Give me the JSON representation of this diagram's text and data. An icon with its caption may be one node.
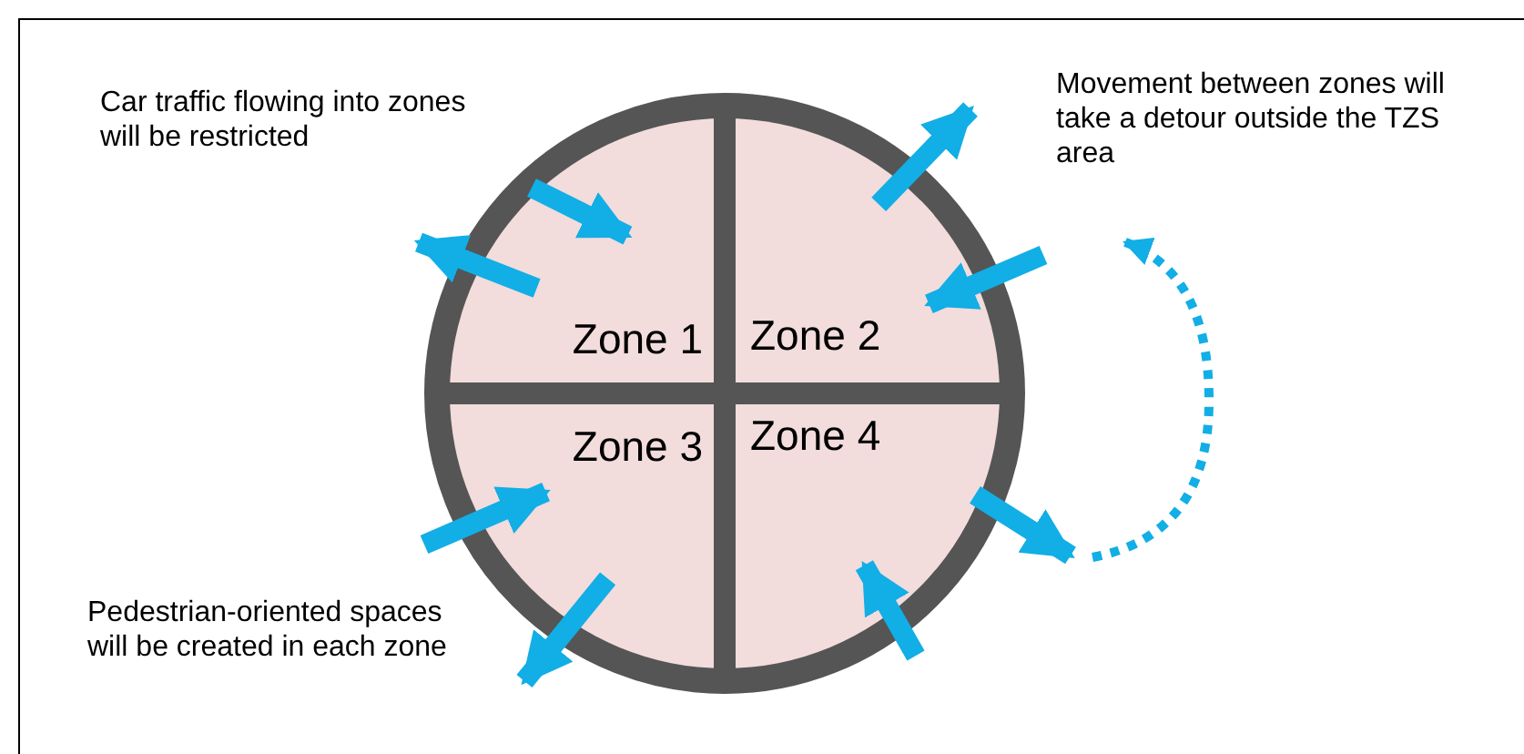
{
  "diagram": {
    "nodes": [
      {
        "text": [],
        "shape": "circle"
      },
      {
        "text": [
          "Zone 1"
        ],
        "in": 0
      },
      {
        "text": [
          "Zone 2"
        ],
        "in": 0
      },
      {
        "text": [
          "Zone 3"
        ],
        "in": 0
      },
      {
        "text": [
          "Zone 4"
        ],
        "in": 0
      }
    ],
    "edges": [
      {
        "from": null,
        "to": 1,
        "arrow": "to"
      },
      {
        "from": 1,
        "to": null,
        "arrow": "to"
      },
      {
        "from": 2,
        "to": null,
        "arrow": "to"
      },
      {
        "from": null,
        "to": 2,
        "arrow": "to"
      },
      {
        "from": null,
        "to": 3,
        "arrow": "to"
      },
      {
        "from": 3,
        "to": null,
        "arrow": "to"
      },
      {
        "from": 4,
        "to": null,
        "arrow": "to"
      },
      {
        "from": null,
        "to": 4,
        "arrow": "to"
      }
    ],
    "labels": [
      "Car traffic flowing into zones will be restricted",
      "Movement between zones will take a detour outside the TZS area",
      "Pedestrian-oriented spaces will be created in each zone"
    ]
  }
}
